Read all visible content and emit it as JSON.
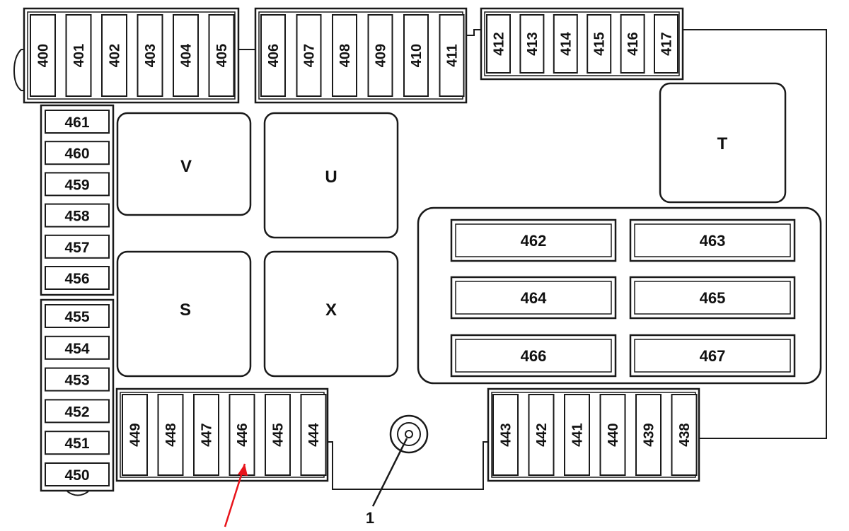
{
  "top_fuses": {
    "group_a": [
      "400",
      "401",
      "402",
      "403",
      "404",
      "405"
    ],
    "group_b": [
      "406",
      "407",
      "408",
      "409",
      "410",
      "411"
    ],
    "group_c": [
      "412",
      "413",
      "414",
      "415",
      "416",
      "417"
    ]
  },
  "left_fuses": {
    "upper": [
      "461",
      "460",
      "459",
      "458",
      "457",
      "456"
    ],
    "lower": [
      "455",
      "454",
      "453",
      "452",
      "451",
      "450"
    ]
  },
  "bottom_fuses": {
    "left_group": [
      "449",
      "448",
      "447",
      "446",
      "445",
      "444"
    ],
    "right_group": [
      "443",
      "442",
      "441",
      "440",
      "439",
      "438"
    ]
  },
  "relays": {
    "V": "V",
    "U": "U",
    "S": "S",
    "X": "X",
    "T": "T"
  },
  "large_fuses": [
    "462",
    "463",
    "464",
    "465",
    "466",
    "467"
  ],
  "callout": {
    "label": "1"
  },
  "highlight": {
    "fuse": "446",
    "arrow_color": "#e8141b"
  },
  "colors": {
    "line": "#1a1a1a",
    "background": "#ffffff"
  }
}
